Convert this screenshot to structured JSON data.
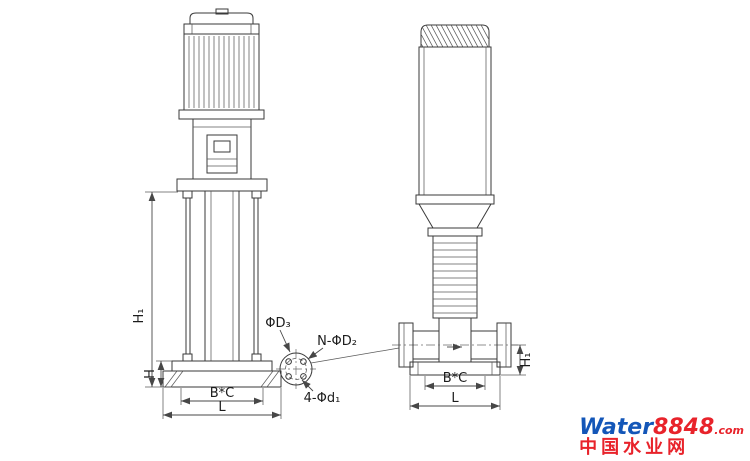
{
  "labels": {
    "left": {
      "h1": "H₁",
      "h": "H",
      "bc": "B*C",
      "l": "L"
    },
    "detail": {
      "d3": "ΦD₃",
      "nd2": "N-ΦD₂",
      "d1": "4-Φd₁"
    },
    "right": {
      "bc": "B*C",
      "l": "L",
      "h1": "H₁"
    }
  },
  "watermark": {
    "brand": "Water",
    "number": "8848",
    "domain_suffix": ".com",
    "site_name": "中国水业网",
    "brand_color": "#1356b8",
    "accent_color": "#e8232b"
  }
}
